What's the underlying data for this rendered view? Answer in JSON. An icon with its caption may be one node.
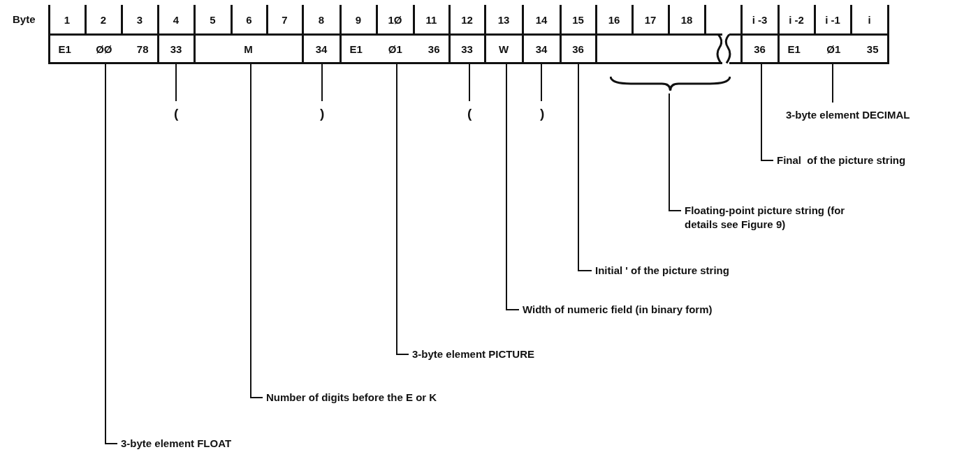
{
  "diagram": {
    "nodes": [
      {
        "text": [
          "1"
        ]
      },
      {
        "text": [
          "2"
        ]
      },
      {
        "text": [
          "3"
        ]
      },
      {
        "text": [
          "4"
        ]
      },
      {
        "text": [
          "5"
        ]
      },
      {
        "text": [
          "6"
        ]
      },
      {
        "text": [
          "7"
        ]
      },
      {
        "text": [
          "8"
        ]
      },
      {
        "text": [
          "9"
        ]
      },
      {
        "text": [
          "1Ø"
        ]
      },
      {
        "text": [
          "11"
        ]
      },
      {
        "text": [
          "12"
        ]
      },
      {
        "text": [
          "13"
        ]
      },
      {
        "text": [
          "14"
        ]
      },
      {
        "text": [
          "15"
        ]
      },
      {
        "text": [
          "16"
        ]
      },
      {
        "text": [
          "17"
        ]
      },
      {
        "text": [
          "18"
        ]
      },
      {
        "text": [
          "i -3"
        ]
      },
      {
        "text": [
          "i -2"
        ]
      },
      {
        "text": [
          "i -1"
        ]
      },
      {
        "text": [
          "i"
        ]
      },
      {
        "text": [
          "E1",
          "ØØ",
          "78"
        ]
      },
      {
        "text": [
          "33"
        ]
      },
      {
        "text": [
          "M"
        ]
      },
      {
        "text": [
          "34"
        ]
      },
      {
        "text": [
          "E1",
          "Ø1",
          "36"
        ]
      },
      {
        "text": [
          "33"
        ]
      },
      {
        "text": [
          "W"
        ]
      },
      {
        "text": [
          "34"
        ]
      },
      {
        "text": [
          "36"
        ]
      },
      {
        "text": [],
        "shape": "box"
      },
      {
        "text": [
          "36"
        ]
      },
      {
        "text": [
          "E1",
          "Ø1",
          "35"
        ]
      },
      {
        "text": [
          "("
        ]
      },
      {
        "text": [
          ")"
        ]
      },
      {
        "text": [
          "("
        ]
      },
      {
        "text": [
          ")"
        ]
      },
      {
        "text": [],
        "shape": "brace"
      },
      {
        "text": [
          "3-byte element DECIMAL"
        ]
      },
      {
        "text": [
          "Final  of the picture string"
        ]
      },
      {
        "text": [
          "Floating-point picture string (for details see Figure 9)"
        ]
      },
      {
        "text": [
          "Initial ' of the picture string"
        ]
      },
      {
        "text": [
          "Width of numeric field (in binary form)"
        ]
      },
      {
        "text": [
          "3-byte element PICTURE"
        ]
      },
      {
        "text": [
          "Number of digits before the E or K"
        ]
      },
      {
        "text": [
          "3-byte element FLOAT"
        ]
      }
    ],
    "edges": [
      {
        "from": 34,
        "to": 23,
        "arrow": "none"
      },
      {
        "from": 35,
        "to": 25,
        "arrow": "none"
      },
      {
        "from": 36,
        "to": 27,
        "arrow": "none"
      },
      {
        "from": 37,
        "to": 29,
        "arrow": "none"
      },
      {
        "from": 39,
        "to": 33,
        "arrow": "none"
      },
      {
        "from": 40,
        "to": 32,
        "arrow": "none"
      },
      {
        "from": 41,
        "to": 38,
        "arrow": "none"
      },
      {
        "from": 42,
        "to": 30,
        "arrow": "none"
      },
      {
        "from": 43,
        "to": 28,
        "arrow": "none"
      },
      {
        "from": 44,
        "to": 26,
        "arrow": "none"
      },
      {
        "from": 45,
        "to": 24,
        "arrow": "none"
      },
      {
        "from": 46,
        "to": 22,
        "arrow": "none"
      }
    ],
    "labels": [
      "Byte"
    ]
  }
}
